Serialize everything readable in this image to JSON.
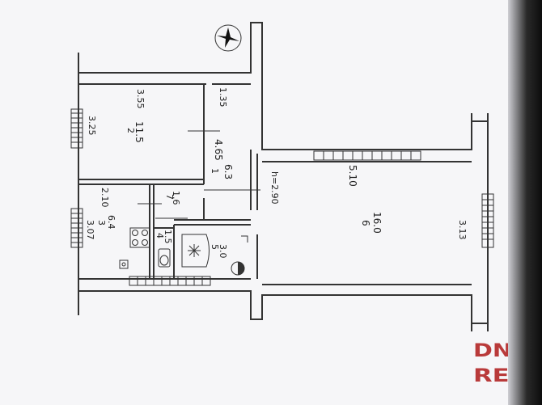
{
  "plan": {
    "rooms": [
      {
        "id": "2",
        "area": "11.5"
      },
      {
        "id": "1",
        "area": "6.3"
      },
      {
        "id": "3",
        "area": "6.4"
      },
      {
        "id": "7",
        "area": "1.6"
      },
      {
        "id": "4",
        "area": "1.5"
      },
      {
        "id": "5",
        "area": "3.0"
      },
      {
        "id": "6",
        "area": "16.0"
      }
    ],
    "dimensions": {
      "d355": "3.55",
      "d135": "1.35",
      "d325": "3.25",
      "d465": "4.65",
      "d210": "2.10",
      "d307": "3.07",
      "h290": "h=2.90",
      "d510": "5.10",
      "d313": "3.13"
    }
  },
  "watermark": {
    "line1": "DNR",
    "line2": "RED"
  },
  "colors": {
    "line": "#333333",
    "watermark": "#b93a3a"
  },
  "icons": [
    "compass-icon",
    "stove-icon",
    "sink-icon",
    "toilet-icon",
    "bathtub-icon",
    "boiler-icon"
  ]
}
